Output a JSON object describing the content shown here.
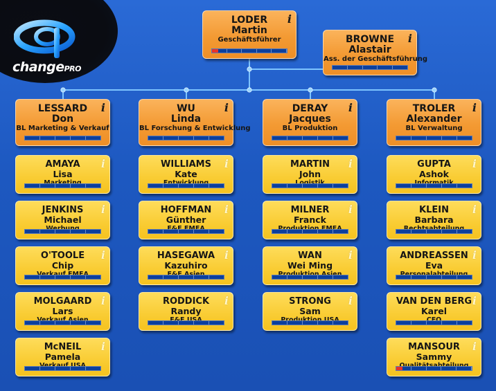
{
  "brand": {
    "logo_text": "change",
    "logo_suffix": "PRO"
  },
  "info_glyph": "i",
  "colors": {
    "background": "#1f5fc8",
    "manager_card": "#f39a33",
    "staff_card": "#f9cc33",
    "progress": "#0c3f9c",
    "progress_fill": "#e8342a"
  },
  "ceo": {
    "last": "LODER",
    "first": "Martin",
    "role": "Geschäftsführer",
    "progress": 0.08
  },
  "assistant": {
    "last": "BROWNE",
    "first": "Alastair",
    "role": "Ass. der Geschäftsführung",
    "progress": 0
  },
  "columns": [
    {
      "head": {
        "last": "LESSARD",
        "first": "Don",
        "role": "BL Marketing & Verkauf",
        "progress": 0
      },
      "staff": [
        {
          "last": "AMAYA",
          "first": "Lisa",
          "role": "Marketing",
          "progress": 0
        },
        {
          "last": "JENKINS",
          "first": "Michael",
          "role": "Werbung",
          "progress": 0
        },
        {
          "last": "O'TOOLE",
          "first": "Chip",
          "role": "Verkauf EMEA",
          "progress": 0
        },
        {
          "last": "MOLGAARD",
          "first": "Lars",
          "role": "Verkauf Asien",
          "progress": 0
        },
        {
          "last": "McNEIL",
          "first": "Pamela",
          "role": "Verkauf USA",
          "progress": 0
        }
      ]
    },
    {
      "head": {
        "last": "WU",
        "first": "Linda",
        "role": "BL Forschung & Entwicklung",
        "progress": 0
      },
      "staff": [
        {
          "last": "WILLIAMS",
          "first": "Kate",
          "role": "Entwicklung",
          "progress": 0
        },
        {
          "last": "HOFFMAN",
          "first": "Günther",
          "role": "F&E EMEA",
          "progress": 0
        },
        {
          "last": "HASEGAWA",
          "first": "Kazuhiro",
          "role": "F&E Asien",
          "progress": 0
        },
        {
          "last": "RODDICK",
          "first": "Randy",
          "role": "F&E USA",
          "progress": 0
        }
      ]
    },
    {
      "head": {
        "last": "DERAY",
        "first": "Jacques",
        "role": "BL Produktion",
        "progress": 0
      },
      "staff": [
        {
          "last": "MARTIN",
          "first": "John",
          "role": "Logistik",
          "progress": 0
        },
        {
          "last": "MILNER",
          "first": "Franck",
          "role": "Produktion EMEA",
          "progress": 0
        },
        {
          "last": "WAN",
          "first": "Wei Ming",
          "role": "Produktion Asien",
          "progress": 0
        },
        {
          "last": "STRONG",
          "first": "Sam",
          "role": "Produktion USA",
          "progress": 0
        }
      ]
    },
    {
      "head": {
        "last": "TROLER",
        "first": "Alexander",
        "role": "BL Verwaltung",
        "progress": 0
      },
      "staff": [
        {
          "last": "GUPTA",
          "first": "Ashok",
          "role": "Informatik",
          "progress": 0
        },
        {
          "last": "KLEIN",
          "first": "Barbara",
          "role": "Rechtsabteilung",
          "progress": 0
        },
        {
          "last": "ANDREASSEN",
          "first": "Eva",
          "role": "Personalabteilung",
          "progress": 0
        },
        {
          "last": "VAN DEN BERG",
          "first": "Karel",
          "role": "CFO",
          "progress": 0
        },
        {
          "last": "MANSOUR",
          "first": "Sammy",
          "role": "Qualitätsabteilung",
          "progress": 0.08
        }
      ]
    }
  ]
}
